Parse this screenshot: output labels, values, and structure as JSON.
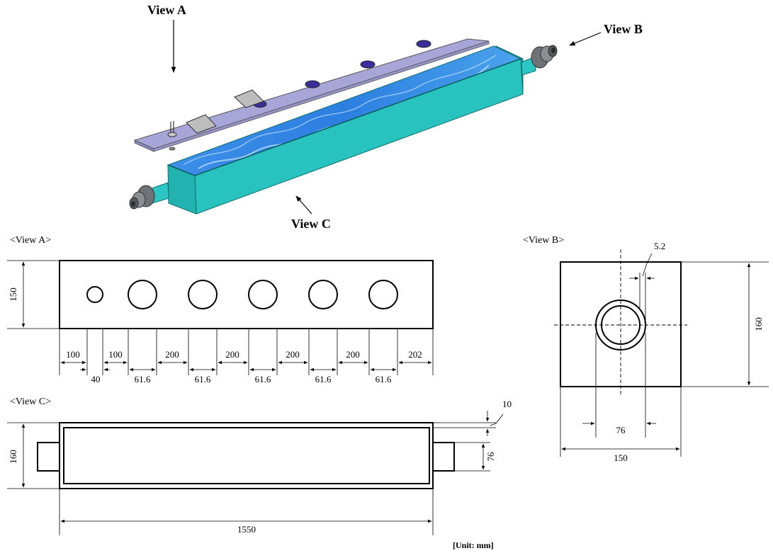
{
  "isometric": {
    "view_a_label": "View A",
    "view_b_label": "View B",
    "view_c_label": "View C",
    "colors": {
      "lid": "#a8a6d8",
      "tank_front": "#27c0bd",
      "tank_side": "#1fa9a6",
      "water": "#2f8ee6",
      "fitting": "#6e7378"
    }
  },
  "view_a": {
    "title": "<View A>",
    "height_dim": "150",
    "top_dims": [
      "100",
      "100",
      "200",
      "200",
      "200",
      "200",
      "202"
    ],
    "bottom_dims": [
      "40",
      "61.6",
      "61.6",
      "61.6",
      "61.6",
      "61.6"
    ]
  },
  "view_b": {
    "title": "<View B>",
    "wall_dim": "5.2",
    "height_dim": "160",
    "pipe_dim": "76",
    "width_dim": "150"
  },
  "view_c": {
    "title": "<View C>",
    "wall_dim": "10",
    "height_dim": "160",
    "pipe_dim": "76",
    "length_dim": "1550"
  },
  "unit_note": "[Unit: mm]"
}
